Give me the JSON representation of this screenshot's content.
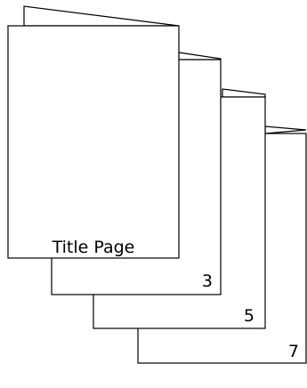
{
  "booklet": {
    "title_page_label": "Title Page",
    "page_numbers": [
      "3",
      "5",
      "7"
    ]
  }
}
